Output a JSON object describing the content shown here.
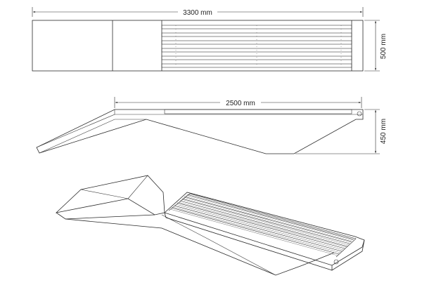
{
  "dimensions": {
    "top_width": "3300 mm",
    "top_depth": "500 mm",
    "side_length": "2500 mm",
    "side_height": "450 mm"
  },
  "views": [
    "top-view",
    "side-view",
    "perspective-view"
  ],
  "colors": {
    "line": "#2a2a2a",
    "background": "#ffffff"
  }
}
